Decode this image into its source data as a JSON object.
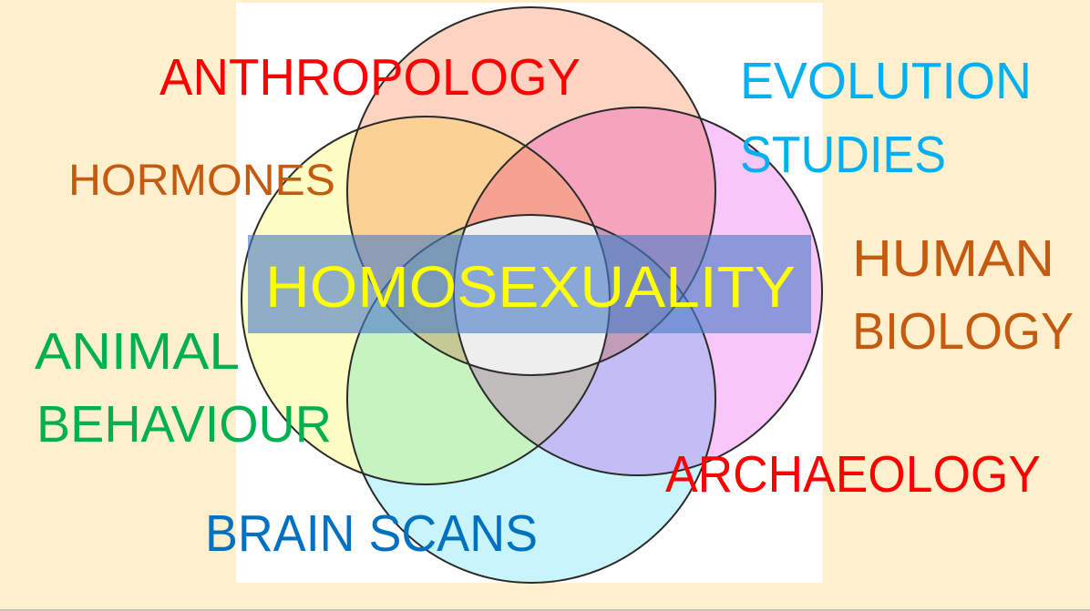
{
  "title": "HOMOSEXUALITY",
  "labels": {
    "anthropology": "ANTHROPOLOGY",
    "evolution_1": "EVOLUTION",
    "evolution_2": "STUDIES",
    "hormones": "HORMONES",
    "human_1": "HUMAN",
    "human_2": "BIOLOGY",
    "animal_1": "ANIMAL",
    "animal_2": "BEHAVIOUR",
    "archaeology": "ARCHAEOLOGY",
    "brain_scans": "BRAIN SCANS"
  },
  "colors": {
    "background": "#FFF0CD",
    "circle_top": "#FDD3C2",
    "circle_left": "#FEFDC4",
    "circle_right": "#F8C6F8",
    "circle_bottom": "#C8F5FC",
    "banner": "#4A7CC8",
    "title": "#FFFF00",
    "red": "#FF0000",
    "cyan": "#00B0F0",
    "orange": "#C55A11",
    "green": "#00B050",
    "blue": "#0070C0"
  }
}
